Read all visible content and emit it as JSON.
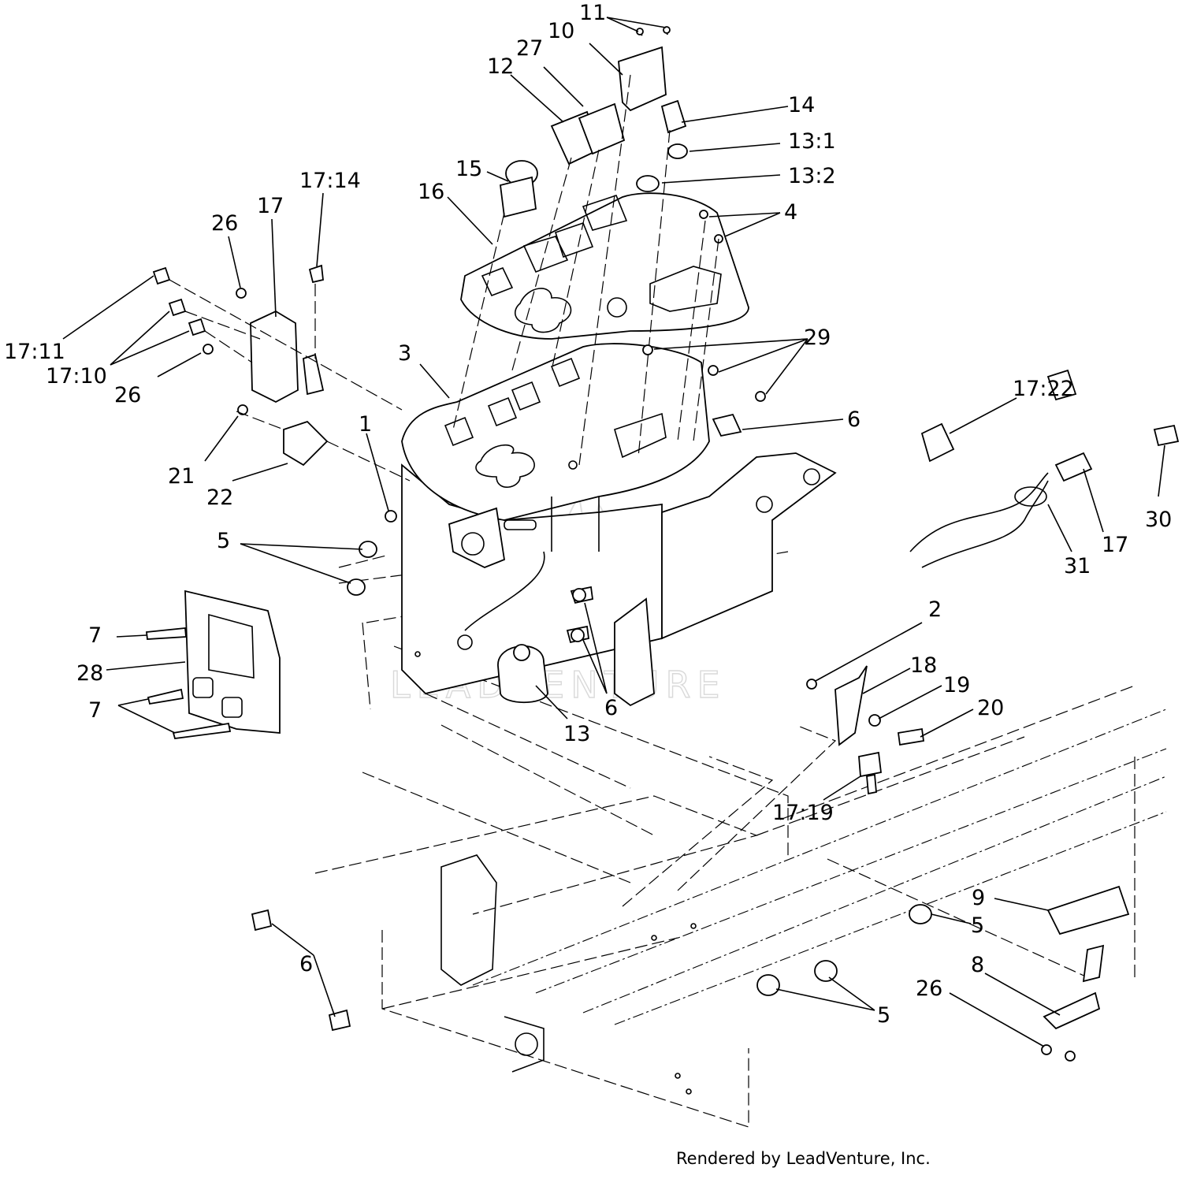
{
  "footer": "Rendered by LeadVenture, Inc.",
  "watermark": "LEADVENTURE",
  "callouts": [
    "11",
    "10",
    "27",
    "12",
    "14",
    "13:1",
    "13:2",
    "15",
    "16",
    "4",
    "17:14",
    "17",
    "26",
    "17:11",
    "17:10",
    "26",
    "3",
    "29",
    "6",
    "17:22",
    "1",
    "21",
    "22",
    "30",
    "5",
    "17",
    "31",
    "7",
    "28",
    "7",
    "2",
    "18",
    "19",
    "20",
    "6",
    "13",
    "17:19",
    "9",
    "5",
    "8",
    "26",
    "6",
    "5"
  ]
}
